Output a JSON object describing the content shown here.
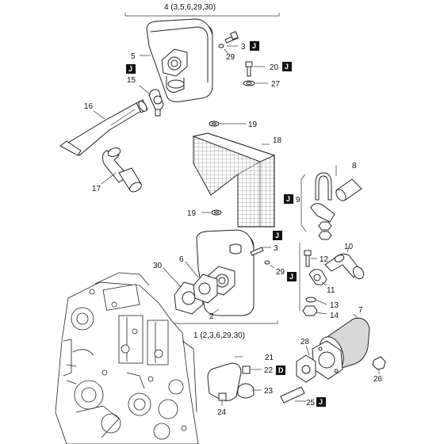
{
  "labels": {
    "group_top": "4 (3,5,6,29,30)",
    "group_bottom": "1 (2,3,6,29,30)",
    "c1": "3",
    "c2": "29",
    "c3": "20",
    "c4": "27",
    "c5": "5",
    "c6": "15",
    "c7": "16",
    "c8": "17",
    "c9": "19",
    "c10": "18",
    "c11": "8",
    "c12": "9",
    "c13": "19",
    "c14": "3",
    "c15": "29",
    "c16": "30",
    "c17": "6",
    "c18": "2",
    "c19": "12",
    "c20": "10",
    "c21": "11",
    "c22": "13",
    "c23": "14",
    "c24": "7",
    "c25": "21",
    "c26": "22",
    "c27": "23",
    "c28": "24",
    "c29": "25",
    "c30": "28",
    "c31": "26"
  },
  "badges": {
    "b1": "J",
    "b2": "J",
    "b3": "J",
    "b4": "J",
    "b5": "J",
    "b6": "J",
    "b7": "D",
    "b8": "J"
  }
}
